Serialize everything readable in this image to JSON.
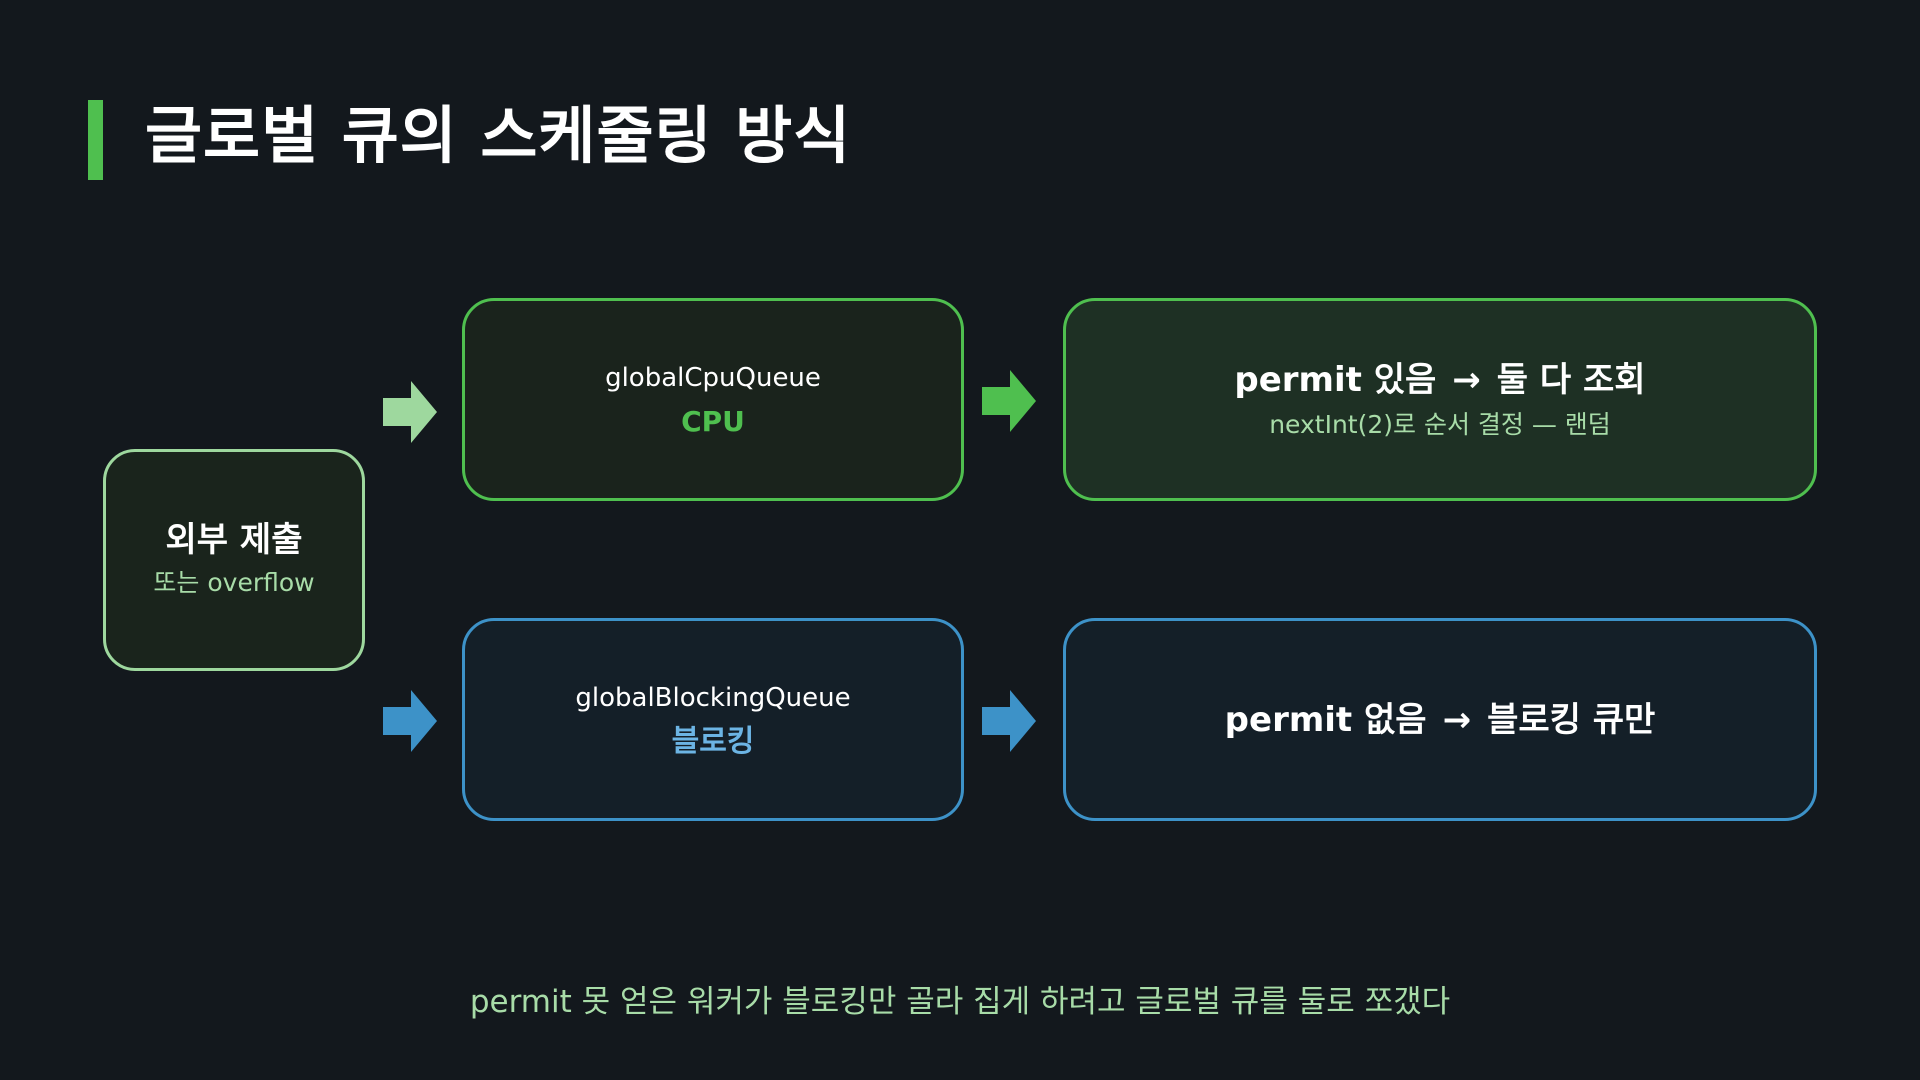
{
  "title": "글로벌 큐의 스케줄링 방식",
  "colors": {
    "accent_green": "#4fbf4f",
    "light_green": "#9ed89e",
    "accent_blue": "#3d92c8",
    "background": "#13181d"
  },
  "source": {
    "label": "외부 제출",
    "sub": "또는 overflow"
  },
  "cpu_queue": {
    "name": "globalCpuQueue",
    "type": "CPU"
  },
  "blocking_queue": {
    "name": "globalBlockingQueue",
    "type": "블로킹"
  },
  "permit_yes": {
    "condition": "permit 있음",
    "arrow": "→",
    "result": "둘 다 조회",
    "detail": "nextInt(2)로 순서 결정 — 랜덤"
  },
  "permit_no": {
    "condition": "permit 없음",
    "arrow": "→",
    "result": "블로킹 큐만"
  },
  "footer": "permit 못 얻은 워커가 블로킹만 골라 집게 하려고 글로벌 큐를 둘로 쪼갰다"
}
